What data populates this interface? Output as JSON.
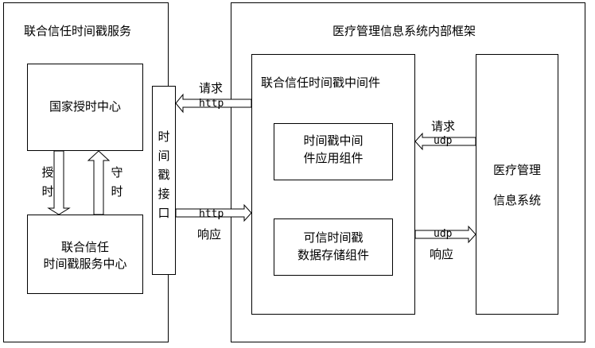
{
  "left_frame": {
    "title": "联合信任时间戳服务",
    "national_center": "国家授时中心",
    "service_center_line1": "联合信任",
    "service_center_line2": "时间戳服务中心",
    "down_label": "授\n时",
    "up_label": "守\n时"
  },
  "interface": {
    "label": "时间戳接口"
  },
  "right_frame": {
    "title": "医疗管理信息系统内部框架",
    "middleware_title": "联合信任时间戳中间件",
    "component1_line1": "时间戳中间",
    "component1_line2": "件应用组件",
    "component2_line1": "可信时间戳",
    "component2_line2": "数据存储组件",
    "medical_line1": "医疗管理",
    "medical_line2": "信息系统"
  },
  "arrows": {
    "request_label": "请求",
    "response_label": "响应",
    "http": "http",
    "udp": "udp"
  },
  "colors": {
    "line": "#000000",
    "background": "#ffffff"
  }
}
